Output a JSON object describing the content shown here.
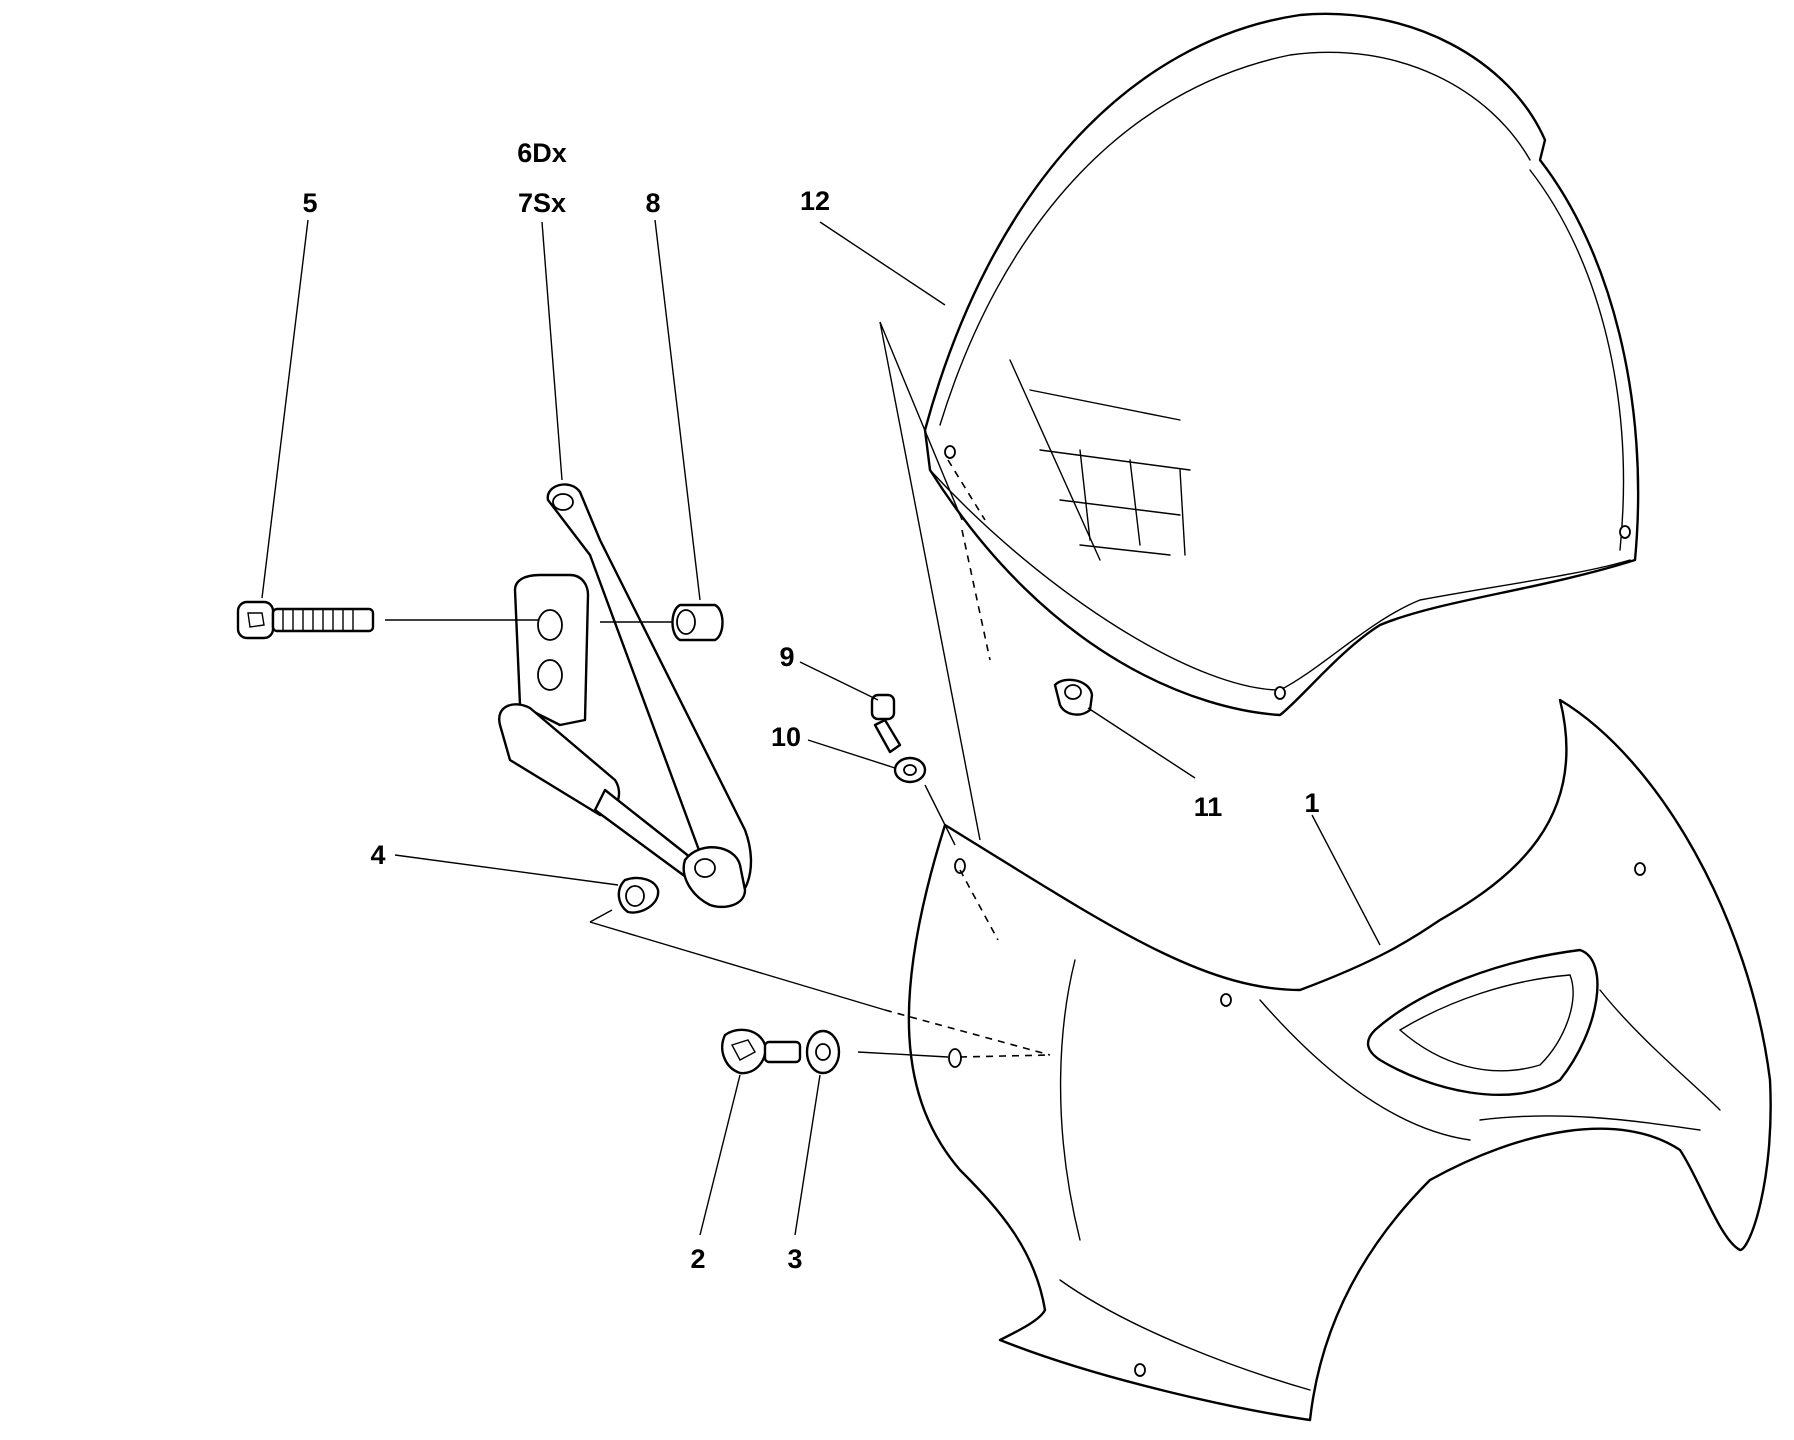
{
  "diagram": {
    "callouts": [
      {
        "id": "1",
        "label": "1"
      },
      {
        "id": "2",
        "label": "2"
      },
      {
        "id": "3",
        "label": "3"
      },
      {
        "id": "4",
        "label": "4"
      },
      {
        "id": "5",
        "label": "5"
      },
      {
        "id": "6",
        "label": "6Dx"
      },
      {
        "id": "7",
        "label": "7Sx"
      },
      {
        "id": "8",
        "label": "8"
      },
      {
        "id": "9",
        "label": "9"
      },
      {
        "id": "10",
        "label": "10"
      },
      {
        "id": "11",
        "label": "11"
      },
      {
        "id": "12",
        "label": "12"
      }
    ]
  }
}
